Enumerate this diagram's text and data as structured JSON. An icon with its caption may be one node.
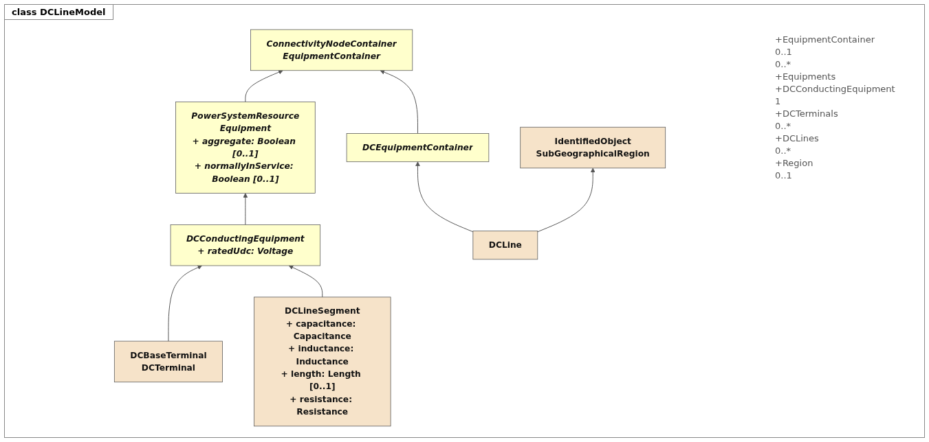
{
  "diagram": {
    "title": "class DCLineModel",
    "nodes": [
      {
        "text": [
          "ConnectivityNodeContainer",
          "EquipmentContainer"
        ]
      },
      {
        "text": [
          "PowerSystemResource",
          "Equipment",
          "+ aggregate: Boolean [0..1]",
          "+ normallyInService: Boolean [0..1]"
        ]
      },
      {
        "text": [
          "DCConductingEquipment",
          "+ ratedUdc: Voltage"
        ]
      },
      {
        "text": [
          "DCEquipmentContainer"
        ]
      },
      {
        "text": [
          "DCBaseTerminal",
          "DCTerminal"
        ]
      },
      {
        "text": [
          "DCLineSegment",
          "+ capacitance: Capacitance",
          "+ inductance: Inductance",
          "+ length: Length [0..1]",
          "+ resistance: Resistance"
        ]
      },
      {
        "text": [
          "DCLine"
        ]
      },
      {
        "text": [
          "IdentifiedObject",
          "SubGeographicalRegion"
        ]
      }
    ],
    "edges": [
      {
        "from": 1,
        "to": 0,
        "arrow": "to"
      },
      {
        "from": 2,
        "to": 1,
        "arrow": "to"
      },
      {
        "from": 3,
        "to": 0,
        "arrow": "to"
      },
      {
        "from": 4,
        "to": 2,
        "arrow": "to"
      },
      {
        "from": 5,
        "to": 2,
        "arrow": "to"
      },
      {
        "from": 6,
        "to": 3,
        "arrow": "to"
      },
      {
        "from": 6,
        "to": 7,
        "arrow": "to"
      }
    ],
    "labels": [
      "+EquipmentContainer",
      "0..1",
      "0..*",
      "+Equipments",
      "+DCConductingEquipment",
      "1",
      "+DCTerminals",
      "0..*",
      "+DCLines",
      "0..*",
      "+Region",
      "0..1"
    ]
  }
}
